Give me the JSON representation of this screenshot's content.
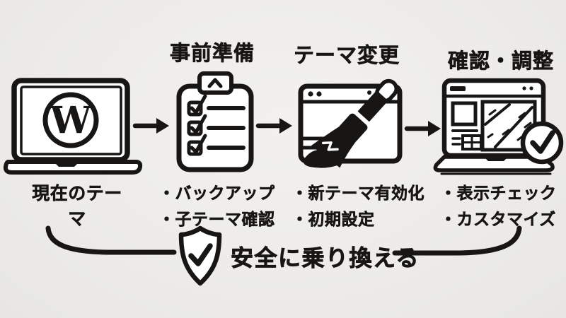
{
  "canvas": {
    "background": "#edecea",
    "ink": "#171614"
  },
  "steps": [
    {
      "id": "current-theme",
      "title": "",
      "icon": "wordpress-laptop-icon",
      "caption": "現在のテーマ",
      "wordpress_letter": "W",
      "bullets": []
    },
    {
      "id": "preparation",
      "title": "事前準備",
      "icon": "checklist-clipboard-icon",
      "caption": "",
      "bullets": [
        "・バックアップ",
        "・子テーマ確認"
      ]
    },
    {
      "id": "theme-change",
      "title": "テーマ変更",
      "icon": "browser-paintbrush-icon",
      "caption": "",
      "bullets": [
        "・新テーマ有効化",
        "・初期設定"
      ]
    },
    {
      "id": "check-adjust",
      "title": "確認・調整",
      "icon": "laptop-check-icon",
      "caption": "",
      "bullets": [
        "・表示チェック",
        "・カスタマイズ"
      ]
    }
  ],
  "connectors": {
    "arrow": "right-arrow-icon",
    "count": 3
  },
  "footer": {
    "icon": "shield-check-icon",
    "label": "安全に乗り換える"
  }
}
